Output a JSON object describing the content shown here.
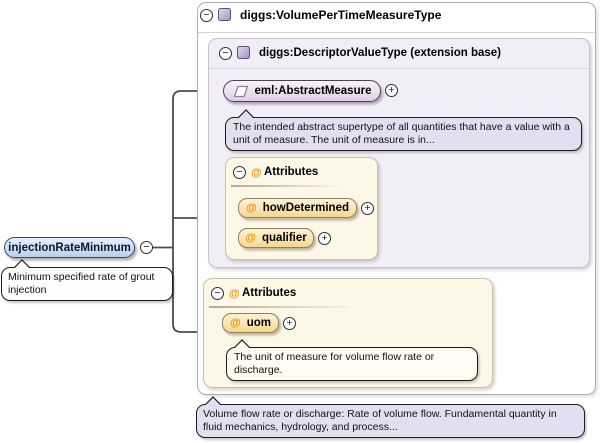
{
  "colors": {
    "element_border": "#39476b",
    "element_fill": "#b9d0ee",
    "attribute_fill": "#f6d793",
    "attribute_container_bg": "#fcf7e7",
    "extension_container_bg": "#f1eef8",
    "doc_bubble_bg": "#e3dff0",
    "at_symbol_orange": "#e8940c",
    "type_icon_purple": "#a593c7"
  },
  "icons": {
    "minus": "−",
    "plus": "+",
    "at": "@"
  },
  "diagram": {
    "root_type": {
      "title": "diggs:VolumePerTimeMeasureType"
    },
    "extension_base": {
      "title": "diggs:DescriptorValueType (extension base)"
    },
    "abstract_measure": {
      "label": "eml:AbstractMeasure",
      "doc": "The intended abstract supertype of all quantities that have a value with a unit of measure. The unit of measure is in..."
    },
    "attribute_group_inherited": {
      "header": "Attributes",
      "attributes": [
        {
          "name": "howDetermined"
        },
        {
          "name": "qualifier"
        }
      ]
    },
    "attribute_group_own": {
      "header": "Attributes",
      "attributes": [
        {
          "name": "uom",
          "doc": "The unit of measure for volume flow rate or discharge."
        }
      ]
    },
    "element": {
      "name": "injectionRateMinimum",
      "doc": "Minimum specified rate of grout injection"
    },
    "type_doc": "Volume flow rate or discharge: Rate of volume flow. Fundamental quantity in fluid mechanics, hydrology, and process..."
  }
}
